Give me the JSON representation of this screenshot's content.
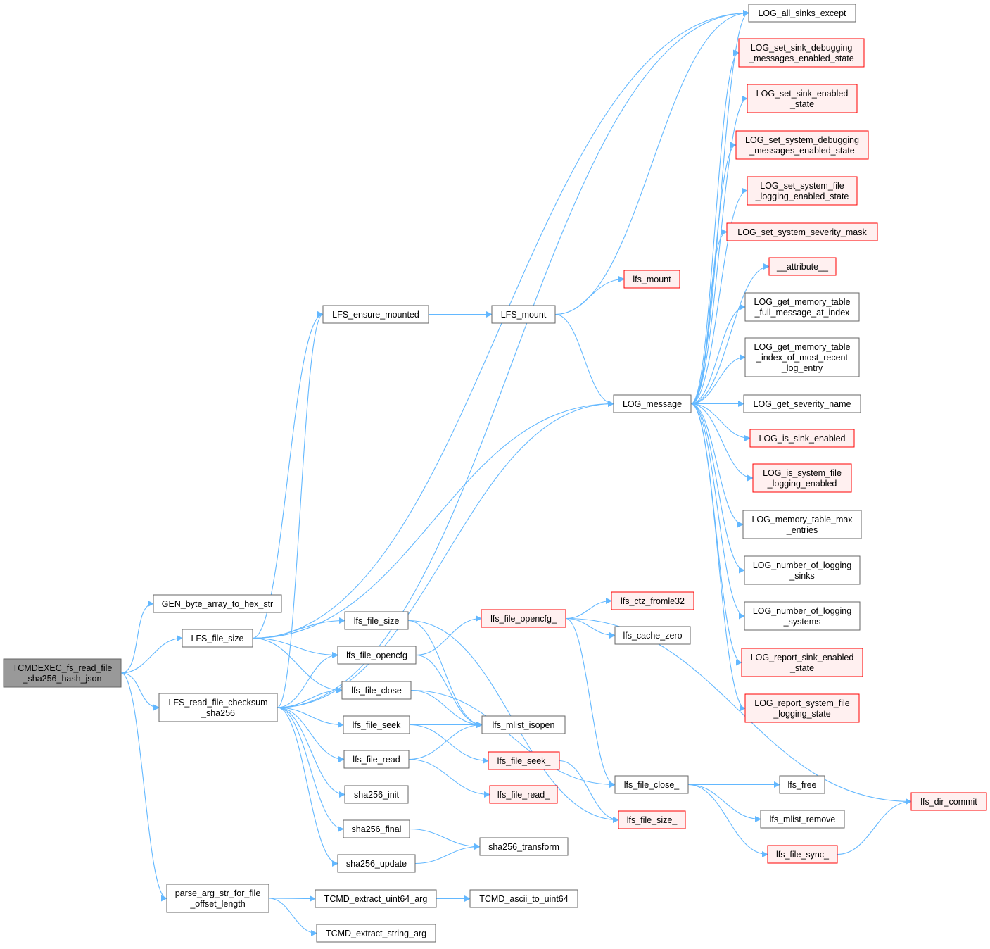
{
  "colors": {
    "edge": "#63b8ff",
    "root_fill": "#999999",
    "root_stroke": "#666666",
    "normal_fill": "#ffffff",
    "normal_stroke": "#666666",
    "red_fill": "#fff0f0",
    "red_stroke": "#ff0000"
  },
  "nodes": [
    {
      "id": "tcmdexec",
      "lines": [
        "TCMDEXEC_fs_read_file",
        "_sha256_hash_json"
      ],
      "style": "root"
    },
    {
      "id": "gen_hex",
      "lines": [
        "GEN_byte_array_to_hex_str"
      ],
      "style": "normal"
    },
    {
      "id": "LFS_file_size",
      "lines": [
        "LFS_file_size"
      ],
      "style": "normal"
    },
    {
      "id": "LFS_read_cs",
      "lines": [
        "LFS_read_file_checksum",
        "_sha256"
      ],
      "style": "normal"
    },
    {
      "id": "parse_arg",
      "lines": [
        "parse_arg_str_for_file",
        "_offset_length"
      ],
      "style": "normal"
    },
    {
      "id": "LFS_ensure",
      "lines": [
        "LFS_ensure_mounted"
      ],
      "style": "normal"
    },
    {
      "id": "lfs_file_size",
      "lines": [
        "lfs_file_size"
      ],
      "style": "normal"
    },
    {
      "id": "lfs_file_opencfg",
      "lines": [
        "lfs_file_opencfg"
      ],
      "style": "normal"
    },
    {
      "id": "lfs_file_close",
      "lines": [
        "lfs_file_close"
      ],
      "style": "normal"
    },
    {
      "id": "lfs_file_seek",
      "lines": [
        "lfs_file_seek"
      ],
      "style": "normal"
    },
    {
      "id": "lfs_file_read",
      "lines": [
        "lfs_file_read"
      ],
      "style": "normal"
    },
    {
      "id": "sha256_init",
      "lines": [
        "sha256_init"
      ],
      "style": "normal"
    },
    {
      "id": "sha256_final",
      "lines": [
        "sha256_final"
      ],
      "style": "normal"
    },
    {
      "id": "sha256_update",
      "lines": [
        "sha256_update"
      ],
      "style": "normal"
    },
    {
      "id": "tcmd_u64",
      "lines": [
        "TCMD_extract_uint64_arg"
      ],
      "style": "normal"
    },
    {
      "id": "tcmd_str",
      "lines": [
        "TCMD_extract_string_arg"
      ],
      "style": "normal"
    },
    {
      "id": "LFS_mount",
      "lines": [
        "LFS_mount"
      ],
      "style": "normal"
    },
    {
      "id": "lfs_file_opencfg_",
      "lines": [
        "lfs_file_opencfg_"
      ],
      "style": "red"
    },
    {
      "id": "lfs_mlist_isopen",
      "lines": [
        "lfs_mlist_isopen"
      ],
      "style": "normal"
    },
    {
      "id": "lfs_file_seek_",
      "lines": [
        "lfs_file_seek_"
      ],
      "style": "red"
    },
    {
      "id": "lfs_file_read_",
      "lines": [
        "lfs_file_read_"
      ],
      "style": "red"
    },
    {
      "id": "sha256_transform",
      "lines": [
        "sha256_transform"
      ],
      "style": "normal"
    },
    {
      "id": "tcmd_ascii",
      "lines": [
        "TCMD_ascii_to_uint64"
      ],
      "style": "normal"
    },
    {
      "id": "lfs_mount",
      "lines": [
        "lfs_mount"
      ],
      "style": "red"
    },
    {
      "id": "LOG_message",
      "lines": [
        "LOG_message"
      ],
      "style": "normal"
    },
    {
      "id": "lfs_ctz",
      "lines": [
        "lfs_ctz_fromle32"
      ],
      "style": "red"
    },
    {
      "id": "lfs_cache_zero",
      "lines": [
        "lfs_cache_zero"
      ],
      "style": "normal"
    },
    {
      "id": "lfs_file_close_",
      "lines": [
        "lfs_file_close_"
      ],
      "style": "normal"
    },
    {
      "id": "lfs_file_size_",
      "lines": [
        "lfs_file_size_"
      ],
      "style": "red"
    },
    {
      "id": "log_all_sinks",
      "lines": [
        "LOG_all_sinks_except"
      ],
      "style": "normal"
    },
    {
      "id": "log_set_sink_dbg",
      "lines": [
        "LOG_set_sink_debugging",
        "_messages_enabled_state"
      ],
      "style": "red"
    },
    {
      "id": "log_set_sink_en",
      "lines": [
        "LOG_set_sink_enabled",
        "_state"
      ],
      "style": "red"
    },
    {
      "id": "log_set_sys_dbg",
      "lines": [
        "LOG_set_system_debugging",
        "_messages_enabled_state"
      ],
      "style": "red"
    },
    {
      "id": "log_set_sys_file",
      "lines": [
        "LOG_set_system_file",
        "_logging_enabled_state"
      ],
      "style": "red"
    },
    {
      "id": "log_set_sev",
      "lines": [
        "LOG_set_system_severity_mask"
      ],
      "style": "red"
    },
    {
      "id": "attribute",
      "lines": [
        "__attribute__"
      ],
      "style": "red"
    },
    {
      "id": "log_get_mem_full",
      "lines": [
        "LOG_get_memory_table",
        "_full_message_at_index"
      ],
      "style": "normal"
    },
    {
      "id": "log_get_mem_idx",
      "lines": [
        "LOG_get_memory_table",
        "_index_of_most_recent",
        "_log_entry"
      ],
      "style": "normal"
    },
    {
      "id": "log_get_sev_name",
      "lines": [
        "LOG_get_severity_name"
      ],
      "style": "normal"
    },
    {
      "id": "log_is_sink",
      "lines": [
        "LOG_is_sink_enabled"
      ],
      "style": "red"
    },
    {
      "id": "log_is_sys_file",
      "lines": [
        "LOG_is_system_file",
        "_logging_enabled"
      ],
      "style": "red"
    },
    {
      "id": "log_mem_max",
      "lines": [
        "LOG_memory_table_max",
        "_entries"
      ],
      "style": "normal"
    },
    {
      "id": "log_num_sinks",
      "lines": [
        "LOG_number_of_logging",
        "_sinks"
      ],
      "style": "normal"
    },
    {
      "id": "log_num_sys",
      "lines": [
        "LOG_number_of_logging",
        "_systems"
      ],
      "style": "normal"
    },
    {
      "id": "log_rep_sink",
      "lines": [
        "LOG_report_sink_enabled",
        "_state"
      ],
      "style": "red"
    },
    {
      "id": "log_rep_sys",
      "lines": [
        "LOG_report_system_file",
        "_logging_state"
      ],
      "style": "red"
    },
    {
      "id": "lfs_free",
      "lines": [
        "lfs_free"
      ],
      "style": "normal"
    },
    {
      "id": "lfs_mlist_remove",
      "lines": [
        "lfs_mlist_remove"
      ],
      "style": "normal"
    },
    {
      "id": "lfs_file_sync_",
      "lines": [
        "lfs_file_sync_"
      ],
      "style": "red"
    },
    {
      "id": "lfs_dir_commit",
      "lines": [
        "lfs_dir_commit"
      ],
      "style": "red"
    }
  ],
  "edges": [
    [
      "tcmdexec",
      "gen_hex"
    ],
    [
      "tcmdexec",
      "LFS_file_size"
    ],
    [
      "tcmdexec",
      "LFS_read_cs"
    ],
    [
      "tcmdexec",
      "parse_arg"
    ],
    [
      "LFS_file_size",
      "LFS_ensure"
    ],
    [
      "LFS_file_size",
      "lfs_file_size"
    ],
    [
      "LFS_file_size",
      "lfs_file_opencfg"
    ],
    [
      "LFS_file_size",
      "lfs_file_close"
    ],
    [
      "LFS_file_size",
      "LOG_message"
    ],
    [
      "LFS_file_size",
      "log_all_sinks"
    ],
    [
      "LFS_read_cs",
      "LFS_ensure"
    ],
    [
      "LFS_read_cs",
      "lfs_file_opencfg"
    ],
    [
      "LFS_read_cs",
      "lfs_file_close"
    ],
    [
      "LFS_read_cs",
      "lfs_file_seek"
    ],
    [
      "LFS_read_cs",
      "lfs_file_read"
    ],
    [
      "LFS_read_cs",
      "sha256_init"
    ],
    [
      "LFS_read_cs",
      "sha256_final"
    ],
    [
      "LFS_read_cs",
      "sha256_update"
    ],
    [
      "LFS_read_cs",
      "LOG_message"
    ],
    [
      "LFS_read_cs",
      "log_all_sinks"
    ],
    [
      "parse_arg",
      "tcmd_u64"
    ],
    [
      "parse_arg",
      "tcmd_str"
    ],
    [
      "tcmd_u64",
      "tcmd_ascii"
    ],
    [
      "LFS_ensure",
      "LFS_mount"
    ],
    [
      "LFS_mount",
      "lfs_mount"
    ],
    [
      "LFS_mount",
      "LOG_message"
    ],
    [
      "LFS_mount",
      "log_all_sinks"
    ],
    [
      "lfs_file_size",
      "lfs_mlist_isopen"
    ],
    [
      "lfs_file_size",
      "lfs_file_size_"
    ],
    [
      "lfs_file_opencfg",
      "lfs_file_opencfg_"
    ],
    [
      "lfs_file_opencfg",
      "lfs_mlist_isopen"
    ],
    [
      "lfs_file_close",
      "lfs_mlist_isopen"
    ],
    [
      "lfs_file_close",
      "lfs_file_close_"
    ],
    [
      "lfs_file_seek",
      "lfs_mlist_isopen"
    ],
    [
      "lfs_file_seek",
      "lfs_file_seek_"
    ],
    [
      "lfs_file_read",
      "lfs_mlist_isopen"
    ],
    [
      "lfs_file_read",
      "lfs_file_read_"
    ],
    [
      "sha256_final",
      "sha256_transform"
    ],
    [
      "sha256_update",
      "sha256_transform"
    ],
    [
      "lfs_file_opencfg_",
      "lfs_ctz"
    ],
    [
      "lfs_file_opencfg_",
      "lfs_cache_zero"
    ],
    [
      "lfs_file_opencfg_",
      "lfs_file_close_"
    ],
    [
      "lfs_file_opencfg_",
      "lfs_dir_commit"
    ],
    [
      "lfs_file_seek_",
      "lfs_file_size_"
    ],
    [
      "lfs_file_close_",
      "lfs_free"
    ],
    [
      "lfs_file_close_",
      "lfs_mlist_remove"
    ],
    [
      "lfs_file_close_",
      "lfs_file_sync_"
    ],
    [
      "lfs_file_sync_",
      "lfs_dir_commit"
    ],
    [
      "LOG_message",
      "log_all_sinks"
    ],
    [
      "LOG_message",
      "log_set_sink_dbg"
    ],
    [
      "LOG_message",
      "log_set_sink_en"
    ],
    [
      "LOG_message",
      "log_set_sys_dbg"
    ],
    [
      "LOG_message",
      "log_set_sys_file"
    ],
    [
      "LOG_message",
      "log_set_sev"
    ],
    [
      "LOG_message",
      "attribute"
    ],
    [
      "LOG_message",
      "log_get_mem_full"
    ],
    [
      "LOG_message",
      "log_get_mem_idx"
    ],
    [
      "LOG_message",
      "log_get_sev_name"
    ],
    [
      "LOG_message",
      "log_is_sink"
    ],
    [
      "LOG_message",
      "log_is_sys_file"
    ],
    [
      "LOG_message",
      "log_mem_max"
    ],
    [
      "LOG_message",
      "log_num_sinks"
    ],
    [
      "LOG_message",
      "log_num_sys"
    ],
    [
      "LOG_message",
      "log_rep_sink"
    ],
    [
      "LOG_message",
      "log_rep_sys"
    ]
  ]
}
